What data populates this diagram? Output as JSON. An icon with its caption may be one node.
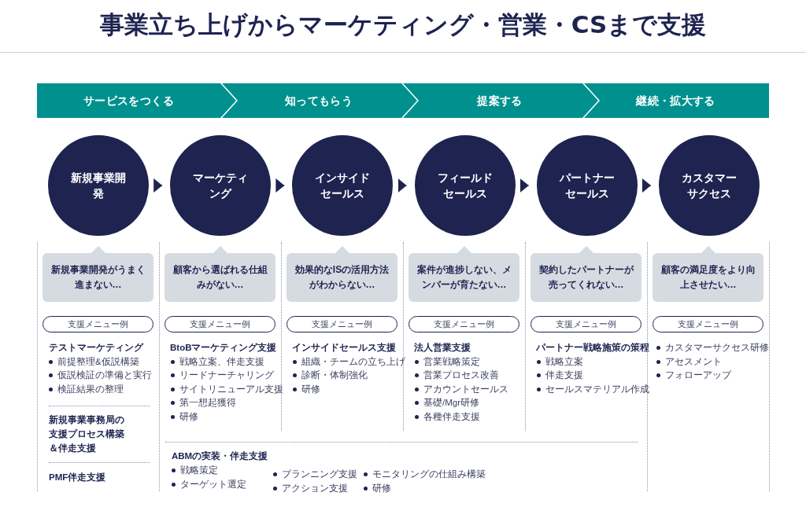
{
  "diagram": {
    "title": "事業立ち上げからマーケティング・営業・CSまで支援",
    "nodes": [
      {
        "text": [
          "サービスをつくる"
        ]
      },
      {
        "text": [
          "知ってもらう"
        ]
      },
      {
        "text": [
          "提案する"
        ]
      },
      {
        "text": [
          "継続・拡大する"
        ]
      },
      {
        "text": [
          "新規事業開発"
        ]
      },
      {
        "text": [
          "マーケティング"
        ]
      },
      {
        "text": [
          "インサイドセールス"
        ]
      },
      {
        "text": [
          "フィールドセールス"
        ]
      },
      {
        "text": [
          "パートナーセールス"
        ]
      },
      {
        "text": [
          "カスタマーサクセス"
        ]
      },
      {
        "text": [
          "新規事業開発がうまく進まない…"
        ]
      },
      {
        "text": [
          "顧客から選ばれる仕組みがない…"
        ]
      },
      {
        "text": [
          "効果的なISの活用方法がわからない…"
        ]
      },
      {
        "text": [
          "案件が進捗しない、メンバーが育たない…"
        ]
      },
      {
        "text": [
          "契約したパートナーが売ってくれない…"
        ]
      },
      {
        "text": [
          "顧客の満足度をより向上させたい…"
        ]
      },
      {
        "text": [
          "支援メニュー例"
        ]
      },
      {
        "text": [
          "支援メニュー例"
        ]
      },
      {
        "text": [
          "支援メニュー例"
        ]
      },
      {
        "text": [
          "支援メニュー例"
        ]
      },
      {
        "text": [
          "支援メニュー例"
        ]
      },
      {
        "text": [
          "支援メニュー例"
        ]
      }
    ],
    "edges": [
      {
        "from": 4,
        "to": 5,
        "arrow": "to"
      },
      {
        "from": 5,
        "to": 6,
        "arrow": "to"
      },
      {
        "from": 6,
        "to": 7,
        "arrow": "to"
      },
      {
        "from": 7,
        "to": 8,
        "arrow": "to"
      },
      {
        "from": 8,
        "to": 9,
        "arrow": "to"
      }
    ],
    "labels": [
      "テストマーケティング",
      "前提整理&仮説構築",
      "仮説検証の準備と実行",
      "検証結果の整理",
      "新規事業事務局の支援プロセス構築＆伴走支援",
      "PMF伴走支援",
      "BtoBマーケティング支援",
      "戦略立案、伴走支援",
      "リードナーチャリング",
      "サイトリニューアル支援",
      "第一想起獲得",
      "研修",
      "インサイドセールス支援",
      "組織・チームの立ち上げ",
      "診断・体制強化",
      "研修",
      "法人営業支援",
      "営業戦略策定",
      "営業プロセス改善",
      "アカウントセールス",
      "基礎/Mgr研修",
      "各種伴走支援",
      "パートナー戦略施策の策程",
      "戦略立案",
      "伴走支援",
      "セールスマテリアル作成",
      "カスタマーサクセス研修",
      "アセスメント",
      "フォローアップ",
      "ABMの実装・伴走支援",
      "戦略策定",
      "ターゲット選定",
      "プランニング支援",
      "アクション支援",
      "モニタリングの仕組み構築",
      "研修"
    ]
  }
}
